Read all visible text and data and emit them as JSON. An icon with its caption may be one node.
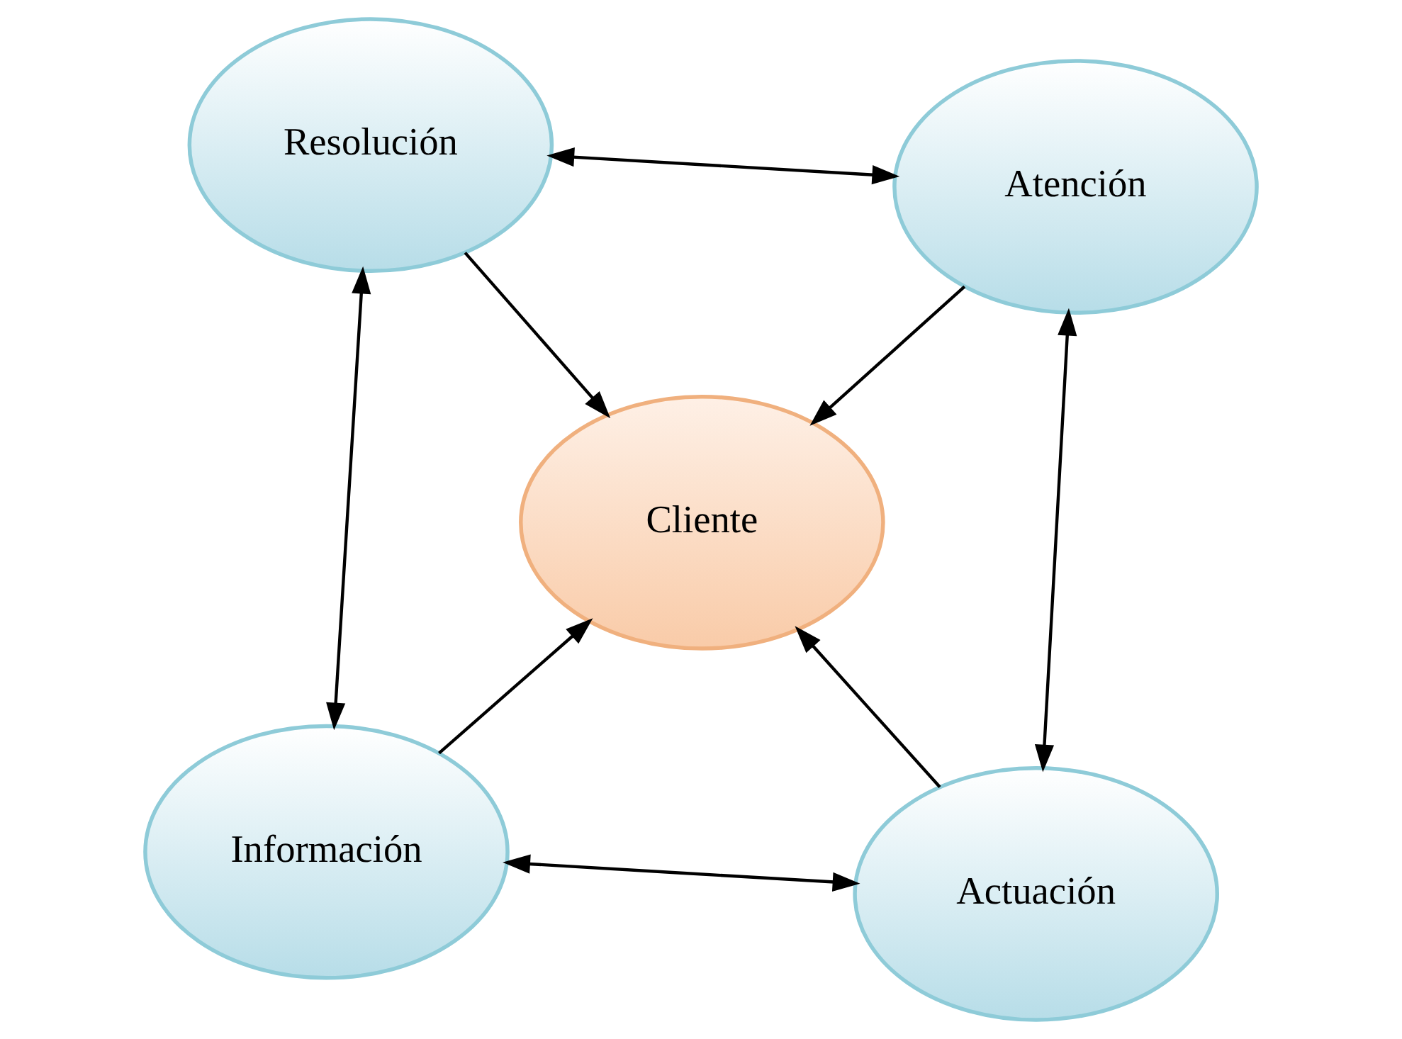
{
  "diagram": {
    "nodes": [
      {
        "text": [
          "Información"
        ]
      },
      {
        "text": [
          "Actuación"
        ]
      },
      {
        "text": [
          "Cliente"
        ]
      },
      {
        "text": [
          "Resolución"
        ]
      },
      {
        "text": [
          "Atención"
        ]
      }
    ],
    "edges": [
      {
        "from": 0,
        "to": 2,
        "arrow": "to"
      },
      {
        "from": 1,
        "to": 2,
        "arrow": "to"
      },
      {
        "from": 3,
        "to": 2,
        "arrow": "to"
      },
      {
        "from": 4,
        "to": 2,
        "arrow": "to"
      },
      {
        "from": 0,
        "to": 1,
        "arrow": "both"
      },
      {
        "from": 0,
        "to": 3,
        "arrow": "both"
      },
      {
        "from": 1,
        "to": 4,
        "arrow": "both"
      },
      {
        "from": 4,
        "to": 3,
        "arrow": "both"
      }
    ]
  }
}
